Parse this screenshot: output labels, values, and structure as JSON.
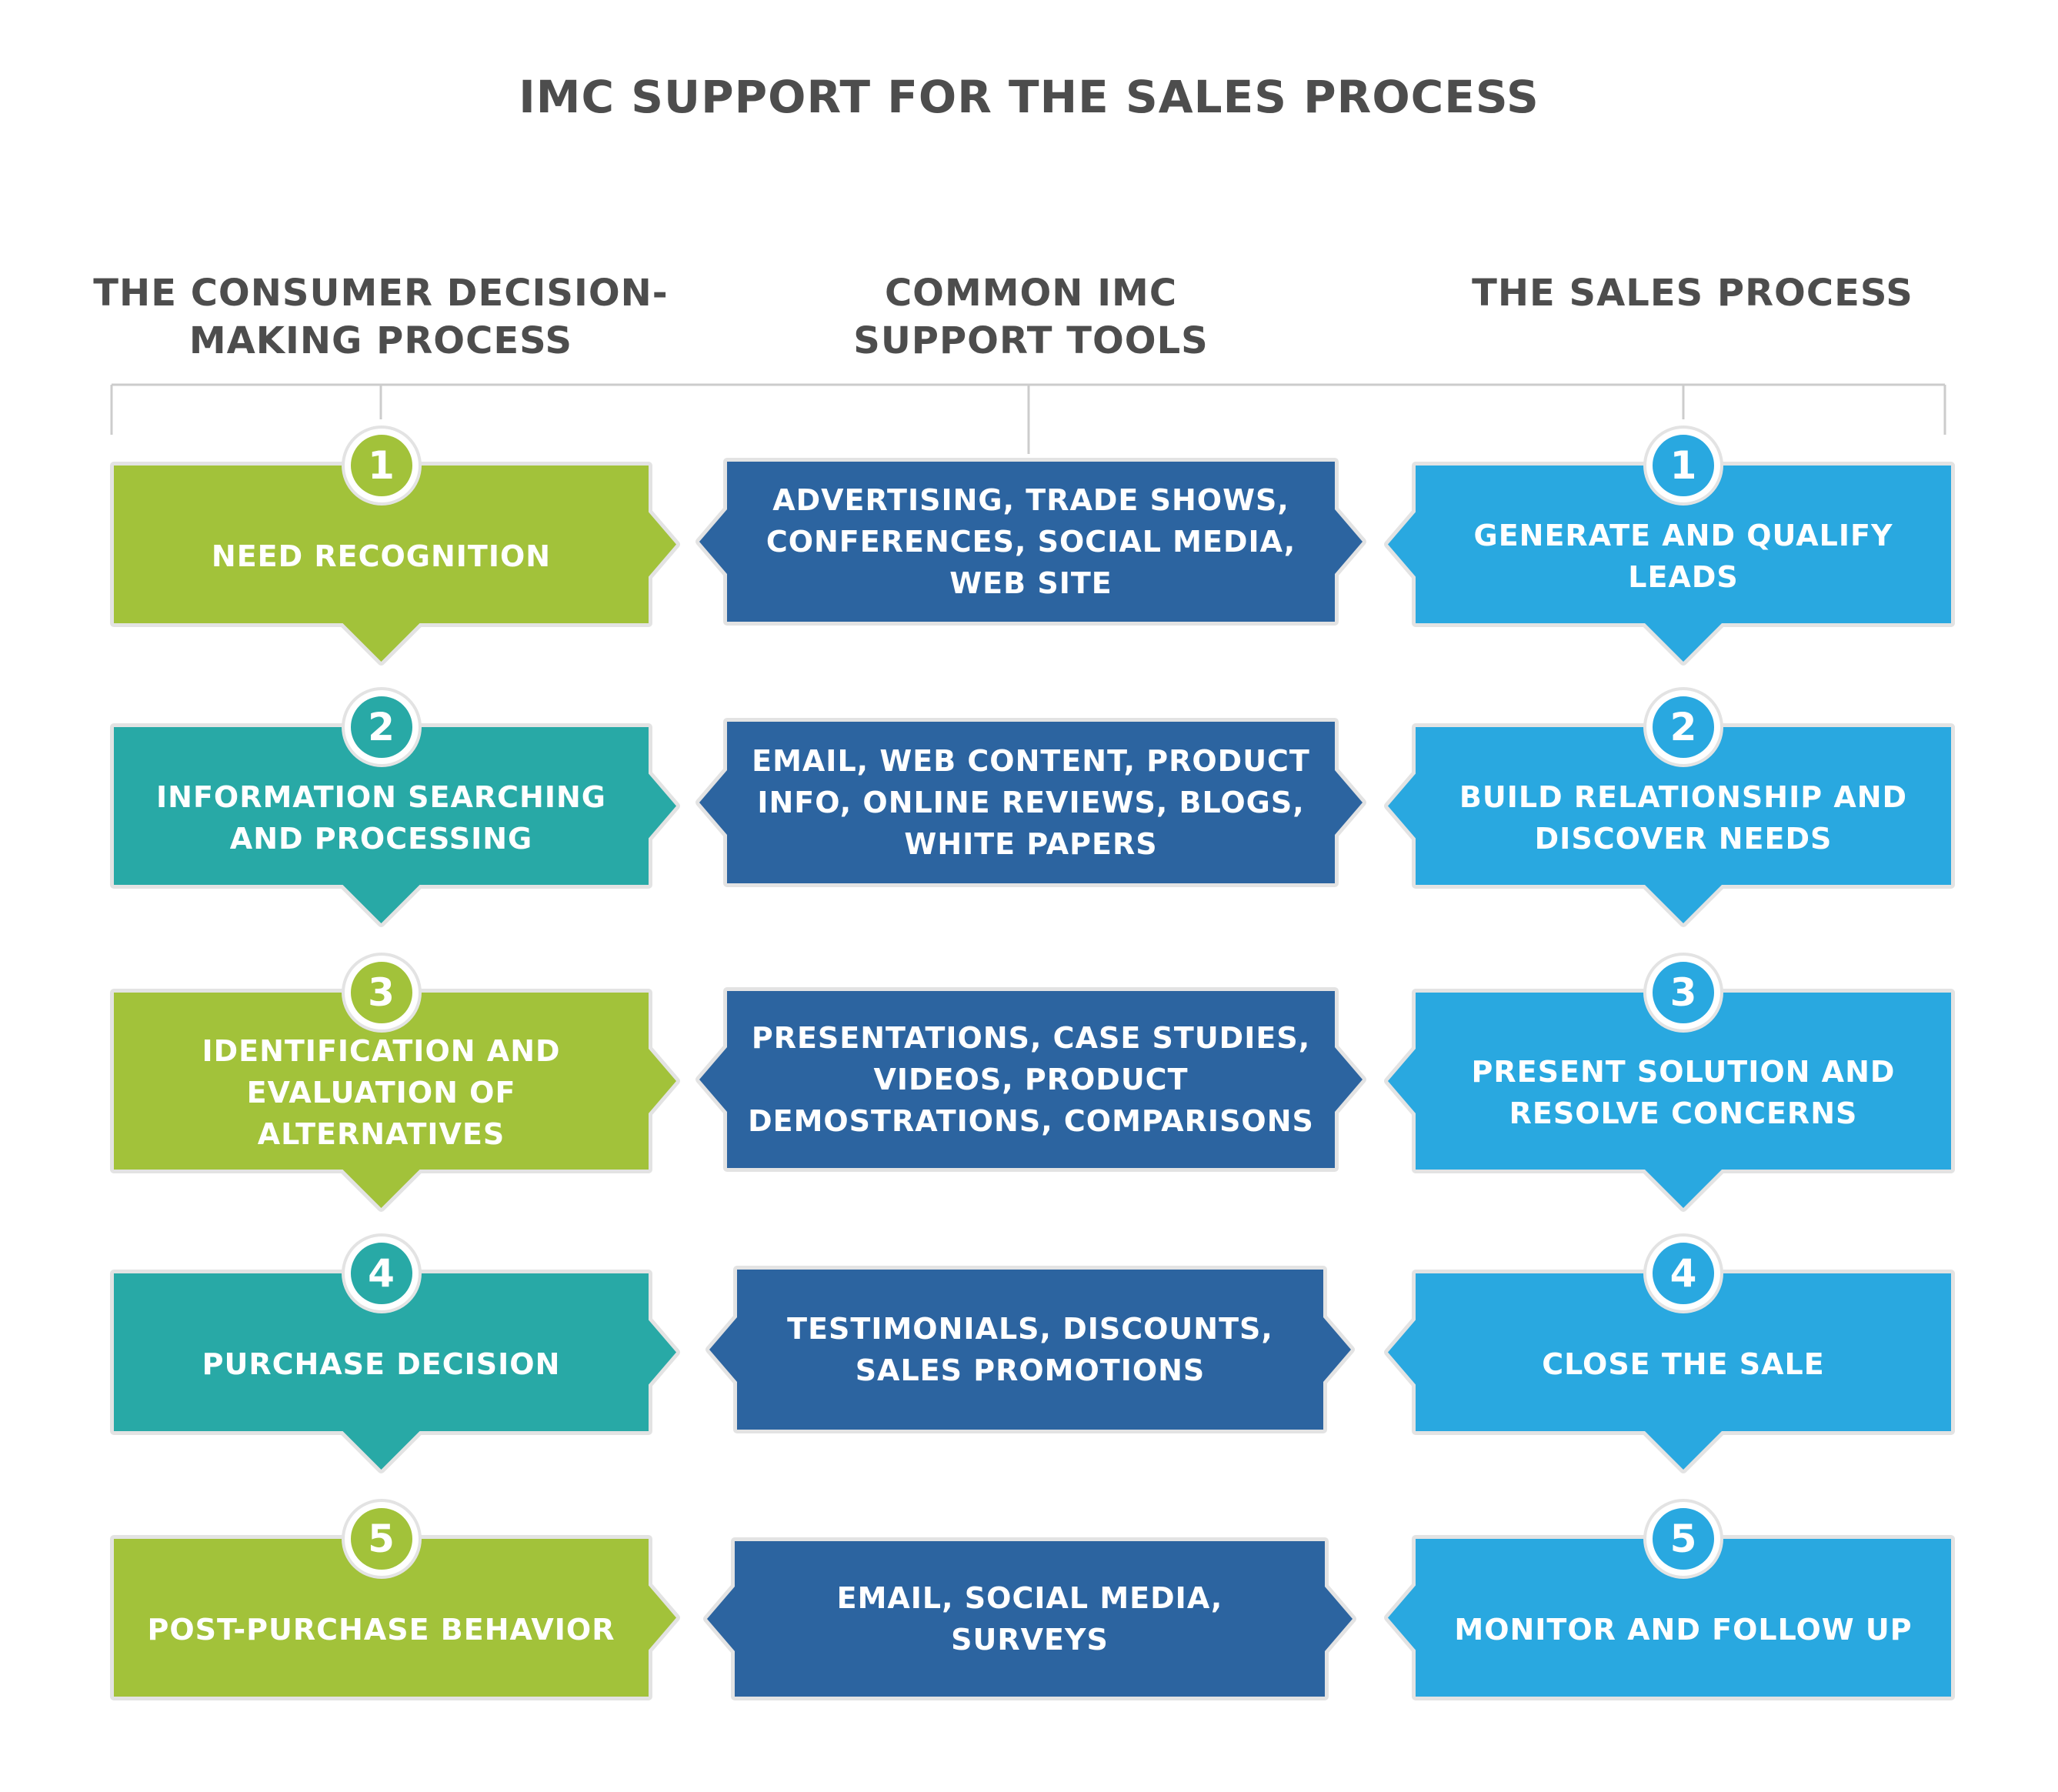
{
  "title": "IMC SUPPORT FOR THE SALES PROCESS",
  "columns": {
    "consumer": "THE CONSUMER DECISION-MAKING PROCESS",
    "tools": "COMMON IMC SUPPORT TOOLS",
    "sales": "THE SALES PROCESS"
  },
  "colors": {
    "lime": "#a2c23a",
    "teal": "#28a9a6",
    "navy": "#2c64a0",
    "sky": "#29a8e0",
    "frame": "#e3e3e3",
    "line": "#cccccc",
    "heading": "#4d4d4d"
  },
  "consumer_steps": [
    {
      "num": "1",
      "label": "NEED RECOGNITION",
      "color": "lime"
    },
    {
      "num": "2",
      "label": "INFORMATION SEARCHING AND PROCESSING",
      "color": "teal"
    },
    {
      "num": "3",
      "label": "IDENTIFICATION AND EVALUATION OF ALTERNATIVES",
      "color": "lime"
    },
    {
      "num": "4",
      "label": "PURCHASE DECISION",
      "color": "teal"
    },
    {
      "num": "5",
      "label": "POST-PURCHASE BEHAVIOR",
      "color": "lime"
    }
  ],
  "tools": [
    {
      "label": "ADVERTISING, TRADE SHOWS, CONFERENCES, SOCIAL MEDIA, WEB SITE"
    },
    {
      "label": "EMAIL, WEB CONTENT, PRODUCT INFO, ONLINE REVIEWS, BLOGS, WHITE PAPERS"
    },
    {
      "label": "PRESENTATIONS, CASE STUDIES, VIDEOS, PRODUCT DEMOSTRATIONS, COMPARISONS"
    },
    {
      "label": "TESTIMONIALS, DISCOUNTS, SALES PROMOTIONS"
    },
    {
      "label": "EMAIL, SOCIAL MEDIA, SURVEYS"
    }
  ],
  "sales_steps": [
    {
      "num": "1",
      "label": "GENERATE AND QUALIFY LEADS"
    },
    {
      "num": "2",
      "label": "BUILD RELATIONSHIP AND DISCOVER NEEDS"
    },
    {
      "num": "3",
      "label": "PRESENT SOLUTION AND RESOLVE CONCERNS"
    },
    {
      "num": "4",
      "label": "CLOSE THE SALE"
    },
    {
      "num": "5",
      "label": "MONITOR AND FOLLOW UP"
    }
  ]
}
